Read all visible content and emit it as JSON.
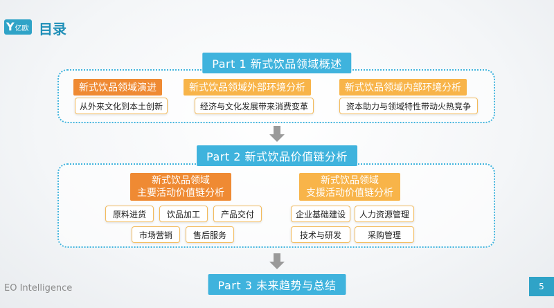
{
  "header": {
    "logo_letter": "Y",
    "logo_text": "亿欧",
    "title": "目录"
  },
  "part1": {
    "label": "Part 1 新式饮品领域概述",
    "topics": [
      {
        "title": "新式饮品领域演进",
        "detail": "从外来文化到本土创新"
      },
      {
        "title": "新式饮品领域外部环境分析",
        "detail": "经济与文化发展带来消费变革"
      },
      {
        "title": "新式饮品领域内部环境分析",
        "detail": "资本助力与领域特性带动火热竞争"
      }
    ]
  },
  "part2": {
    "label": "Part 2 新式饮品价值链分析",
    "primary": {
      "title_line1": "新式饮品领域",
      "title_line2": "主要活动价值链分析",
      "items": [
        "原料进货",
        "饮品加工",
        "产品交付",
        "市场营销",
        "售后服务"
      ]
    },
    "support": {
      "title_line1": "新式饮品领域",
      "title_line2": "支援活动价值链分析",
      "items": [
        "企业基础建设",
        "人力资源管理",
        "技术与研发",
        "采购管理"
      ]
    }
  },
  "part3": {
    "label": "Part 3 未来趋势与总结"
  },
  "footer": {
    "brand": "EO Intelligence",
    "page": "5"
  },
  "colors": {
    "blue": "#3fb3dd",
    "orange_dark": "#ef8a33",
    "orange_light": "#f8b449"
  }
}
